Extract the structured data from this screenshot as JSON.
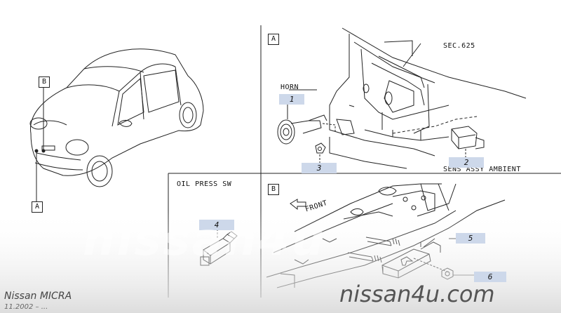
{
  "diagram": {
    "view_labels": {
      "a_box": "A",
      "b_box": "B",
      "a_car": "A",
      "b_car": "B"
    },
    "parts": {
      "horn": {
        "name": "HORN",
        "number": "1"
      },
      "ambient_sensor": {
        "name": "SENS ASSY AMBIENT",
        "number": "2"
      },
      "horn_nut": {
        "number": "3"
      },
      "oil_pressure_switch": {
        "name": "OIL PRESS SW",
        "number": "4"
      },
      "bracket": {
        "number": "5"
      },
      "bracket_nut": {
        "number": "6"
      }
    },
    "section_ref": "SEC.625",
    "direction": "FRONT"
  },
  "footer": {
    "model": "Nissan MICRA",
    "date": "11.2002 – ...",
    "watermark_text": "nissan4u",
    "brand": "nissan4u.com"
  },
  "colors": {
    "number_highlight": "#cdd8ea",
    "line": "#222222"
  }
}
